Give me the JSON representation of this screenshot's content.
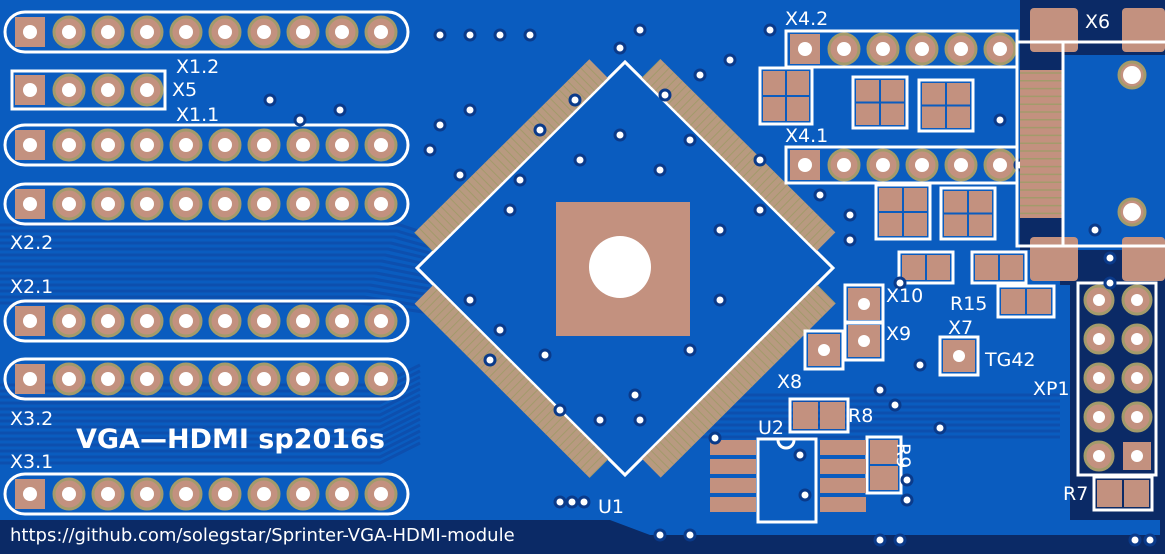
{
  "board": {
    "title_text": "VGA—HDMI sp2016s",
    "url_text": "https://github.com/solegstar/Sprinter-VGA-HDMI-module",
    "colors": {
      "substrate": "#0b2a66",
      "copper_pour": "#0a5cbf",
      "pad": "#c3917f",
      "silkscreen": "#ffffff"
    }
  },
  "labels": {
    "x1_2": "X1.2",
    "x5": "X5",
    "x1_1": "X1.1",
    "x2_2": "X2.2",
    "x2_1": "X2.1",
    "x3_2": "X3.2",
    "x3_1": "X3.1",
    "x4_2": "X4.2",
    "x4_1": "X4.1",
    "x6": "X6",
    "x10": "X10",
    "x9": "X9",
    "x8": "X8",
    "x7": "X7",
    "tg42": "TG42",
    "r15": "R15",
    "xp1": "XP1",
    "r8": "R8",
    "r9": "R9",
    "r7": "R7",
    "u1": "U1",
    "u2": "U2"
  }
}
